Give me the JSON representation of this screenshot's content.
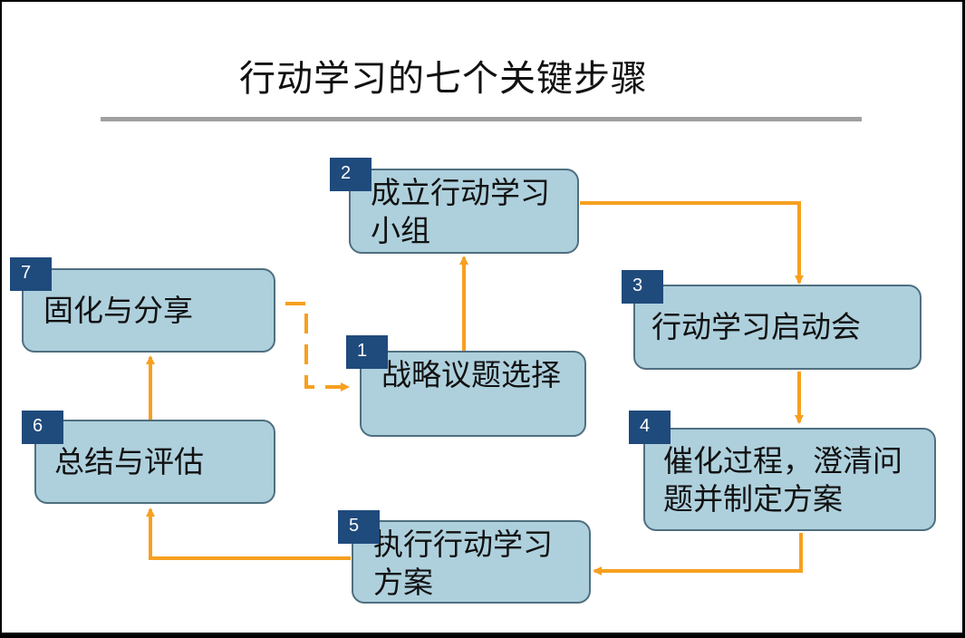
{
  "title": "行动学习的七个关键步骤",
  "accent_color": "#f7a020",
  "box_color": "#aed0dd",
  "badge_color": "#1f4a7c",
  "steps": [
    {
      "number": "1",
      "label": "战略议题选择"
    },
    {
      "number": "2",
      "label": "成立行动学习小组"
    },
    {
      "number": "3",
      "label": "行动学习启动会"
    },
    {
      "number": "4",
      "label": "催化过程，澄清问题并制定方案"
    },
    {
      "number": "5",
      "label": "执行行动学习方案"
    },
    {
      "number": "6",
      "label": "总结与评估"
    },
    {
      "number": "7",
      "label": "固化与分享"
    }
  ],
  "connections": [
    {
      "from": "1",
      "to": "2",
      "style": "solid"
    },
    {
      "from": "2",
      "to": "3",
      "style": "solid"
    },
    {
      "from": "3",
      "to": "4",
      "style": "solid"
    },
    {
      "from": "4",
      "to": "5",
      "style": "solid"
    },
    {
      "from": "5",
      "to": "6",
      "style": "solid"
    },
    {
      "from": "6",
      "to": "7",
      "style": "solid"
    },
    {
      "from": "7",
      "to": "1",
      "style": "dashed"
    }
  ]
}
